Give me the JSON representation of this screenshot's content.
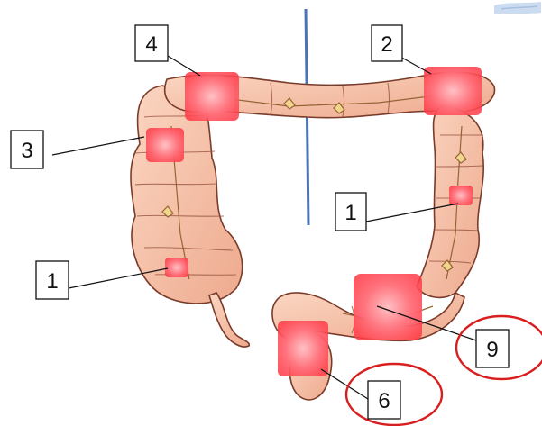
{
  "labels": {
    "top_left": "4",
    "top_right": "2",
    "left_mid": "3",
    "right_mid": "1",
    "left_low": "1",
    "sigmoid_right": "9",
    "sigmoid_low": "6"
  },
  "colors": {
    "colon_fill": "#f6c1a6",
    "colon_edge": "#7a3b2a",
    "haustra_shade": "#e6a48a",
    "lesion": "#ff4f5a",
    "lesion_light": "#ffb3b8",
    "divider_line": "#4a74b8",
    "circle": "#d81e1e"
  },
  "decorations": {
    "corner_logo": "logo-watermark-icon"
  }
}
